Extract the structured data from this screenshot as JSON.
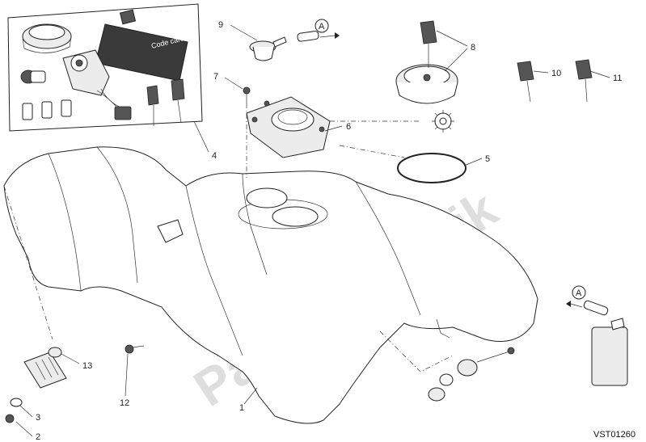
{
  "diagram": {
    "drawing_code": "VST01260",
    "watermark": "PartsRepublik",
    "code_card_text": "Code card",
    "arrow_ref": "A",
    "callouts": [
      {
        "id": "1",
        "part": "fuel-tank"
      },
      {
        "id": "2",
        "part": "screw"
      },
      {
        "id": "3",
        "part": "washer"
      },
      {
        "id": "4",
        "part": "ignition-key-kit"
      },
      {
        "id": "5",
        "part": "o-ring"
      },
      {
        "id": "6",
        "part": "filler-flange"
      },
      {
        "id": "7",
        "part": "screw"
      },
      {
        "id": "8",
        "part": "fuel-cap-with-key"
      },
      {
        "id": "9",
        "part": "breather-fitting"
      },
      {
        "id": "10",
        "part": "key"
      },
      {
        "id": "11",
        "part": "key"
      },
      {
        "id": "12",
        "part": "screw"
      },
      {
        "id": "13",
        "part": "rubber-pad"
      }
    ]
  }
}
